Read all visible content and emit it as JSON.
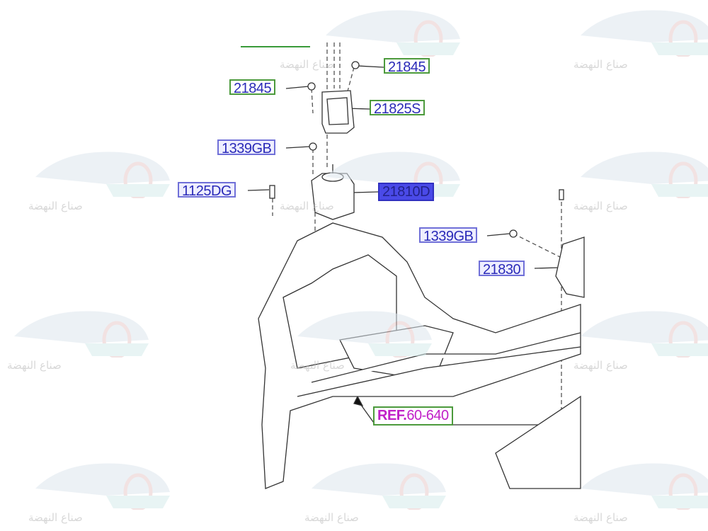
{
  "watermark": {
    "text": "صناع النهضة"
  },
  "callouts": [
    {
      "id": "21845-top",
      "label": "21845"
    },
    {
      "id": "21845-left",
      "label": "21845"
    },
    {
      "id": "21825S",
      "label": "21825S"
    },
    {
      "id": "1339GB-left",
      "label": "1339GB"
    },
    {
      "id": "1125DG",
      "label": "1125DG"
    },
    {
      "id": "21810D",
      "label": "21810D",
      "selected": true
    },
    {
      "id": "1339GB-right",
      "label": "1339GB"
    },
    {
      "id": "21830",
      "label": "21830"
    }
  ],
  "reference": {
    "prefix": "REF.",
    "number": "60-640"
  },
  "colors": {
    "green_border": "#4c9a3c",
    "blue_border": "#7070d8",
    "label_text": "#2a2ab8",
    "selected_fill": "#4a4ae8",
    "ref_text": "#c020c8"
  }
}
